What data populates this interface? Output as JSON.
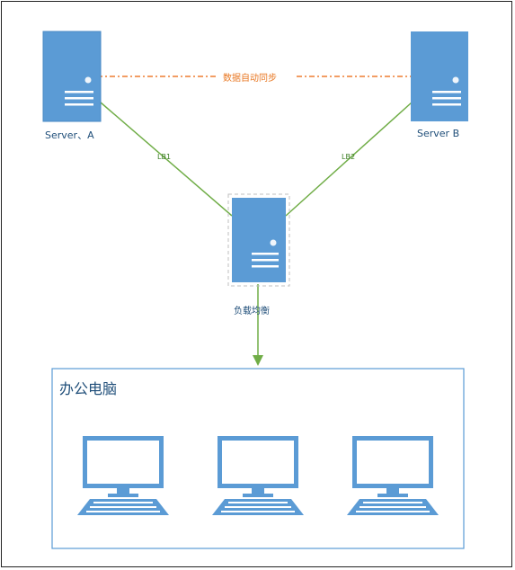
{
  "servers": {
    "a": {
      "label": "Server、A",
      "icon": "server-icon"
    },
    "b": {
      "label": "Server B",
      "icon": "server-icon"
    },
    "lb": {
      "label": "负载均衡",
      "icon": "server-icon"
    }
  },
  "links": {
    "lb1": "LB1",
    "lb2": "LB2",
    "sync": "数据自动同步"
  },
  "office": {
    "title": "办公电脑",
    "computers": [
      {
        "icon": "desktop-computer-icon"
      },
      {
        "icon": "desktop-computer-icon"
      },
      {
        "icon": "desktop-computer-icon"
      }
    ]
  },
  "colors": {
    "server": "#5b9bd5",
    "link": "#70ad47",
    "sync": "#ed7d31",
    "group_border": "#5b9bd5",
    "text": "#1f4e79"
  }
}
